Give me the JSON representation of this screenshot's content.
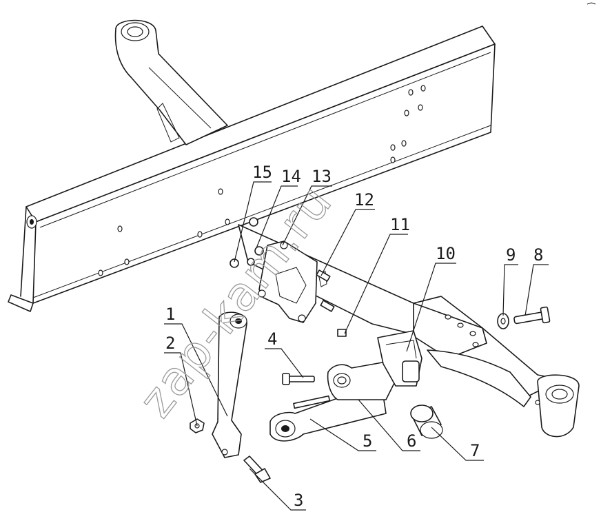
{
  "watermark": "zap-kam.ru",
  "callouts": [
    {
      "id": "c1",
      "label": "1"
    },
    {
      "id": "c2",
      "label": "2"
    },
    {
      "id": "c3",
      "label": "3"
    },
    {
      "id": "c4",
      "label": "4"
    },
    {
      "id": "c5",
      "label": "5"
    },
    {
      "id": "c6",
      "label": "6"
    },
    {
      "id": "c7",
      "label": "7"
    },
    {
      "id": "c8",
      "label": "8"
    },
    {
      "id": "c9",
      "label": "9"
    },
    {
      "id": "c10",
      "label": "10"
    },
    {
      "id": "c11",
      "label": "11"
    },
    {
      "id": "c12",
      "label": "12"
    },
    {
      "id": "c13",
      "label": "13"
    },
    {
      "id": "c14",
      "label": "14"
    },
    {
      "id": "c15",
      "label": "15"
    }
  ]
}
